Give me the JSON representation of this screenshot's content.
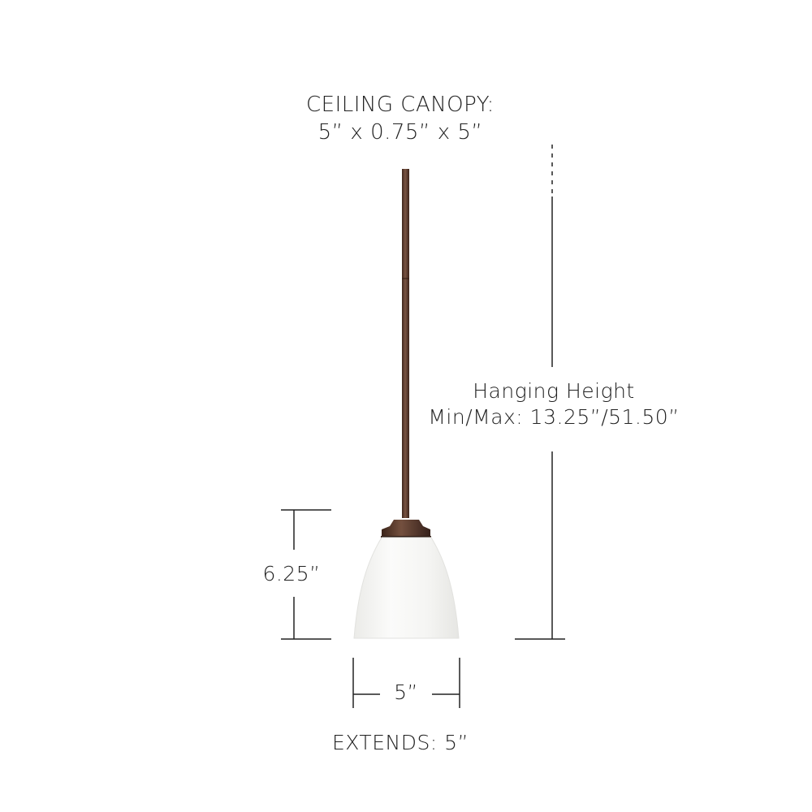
{
  "canopy": {
    "label": "CEILING CANOPY:",
    "dimensions": "5” x 0.75” x 5”"
  },
  "hanging_height": {
    "label": "Hanging Height",
    "range": "Min/Max: 13.25”/51.50”"
  },
  "shade": {
    "height": "6.25”",
    "width": "5”"
  },
  "extends": "EXTENDS: 5”",
  "colors": {
    "finish": "#5a3a2c",
    "glass": "#f4f4f2",
    "dimension_lines": "#222222"
  }
}
